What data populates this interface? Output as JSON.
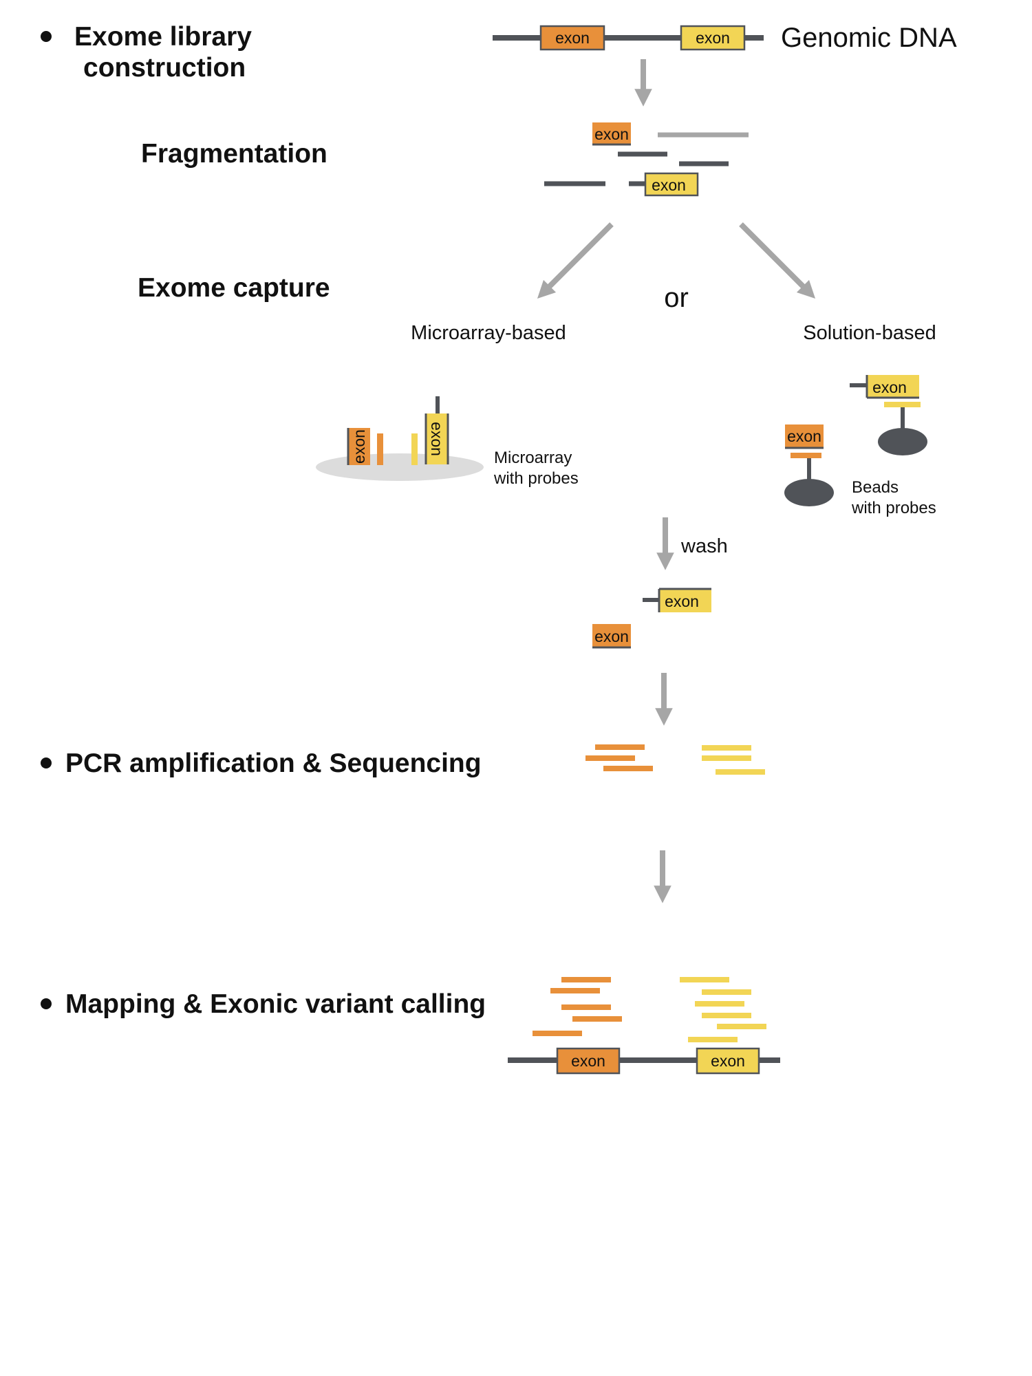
{
  "steps": {
    "library_line1": "Exome library",
    "library_line2": "construction",
    "fragmentation": "Fragmentation",
    "capture": "Exome capture",
    "pcr": "PCR amplification & Sequencing",
    "mapping": "Mapping & Exonic variant calling"
  },
  "labels": {
    "genomic_dna": "Genomic DNA",
    "exon": "exon",
    "or": "or",
    "microarray_based": "Microarray-based",
    "solution_based": "Solution-based",
    "microarray_line1": "Microarray",
    "microarray_line2": "with probes",
    "beads_line1": "Beads",
    "beads_line2": "with probes",
    "wash": "wash"
  },
  "colors": {
    "orange_exon": "#E8903A",
    "yellow_exon": "#F2D555",
    "dna_line": "#505358",
    "arrow": "#A6A6A6",
    "light_fragment": "#A6A6A6",
    "plate": "#DCDCDC"
  }
}
